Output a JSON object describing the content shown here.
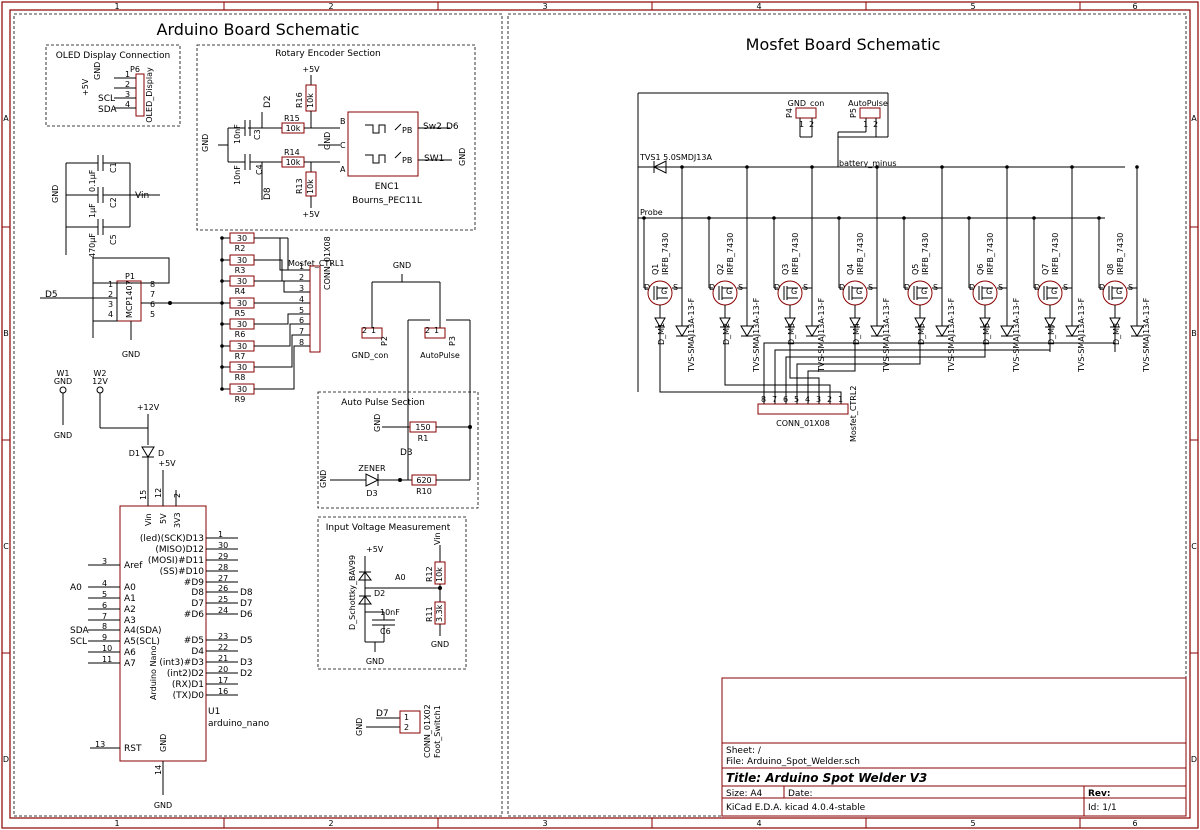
{
  "border": {
    "columns": [
      "1",
      "2",
      "3",
      "4",
      "5",
      "6"
    ],
    "rows": [
      "A",
      "B",
      "C",
      "D"
    ]
  },
  "arduino": {
    "title": "Arduino Board Schematic",
    "oled": {
      "section": "OLED Display Connection",
      "ref": "P6",
      "name": "OLED_Display",
      "pins": [
        "1",
        "2",
        "3",
        "4"
      ],
      "nets": [
        "GND",
        "+5V",
        "SCL",
        "SDA"
      ]
    },
    "encoder": {
      "section": "Rotary Encoder Section",
      "vplus_top": "+5V",
      "vplus_bottom": "+5V",
      "d2": "D2",
      "d8": "D8",
      "r15": "R15",
      "r15v": "10k",
      "r14": "R14",
      "r14v": "10k",
      "r16": "R16",
      "r16v": "10k",
      "r13": "R13",
      "r13v": "10k",
      "c3": "C3",
      "c3v": "10nF",
      "c4": "C4",
      "c4v": "10nF",
      "gnd_left": "GND",
      "gnd_mid": "GND",
      "gnd_right": "GND",
      "pin_b": "B",
      "pin_c": "C",
      "pin_a": "A",
      "pb1": "PB",
      "pb2": "PB",
      "sw2": "Sw2",
      "sw1": "SW1",
      "d6": "D6",
      "ref": "ENC1",
      "name": "Bourns_PEC11L"
    },
    "caps": {
      "gnd": "GND",
      "c1": "C1",
      "c1v": "0.1μF",
      "c2": "C2",
      "c2v": "1μF",
      "c5": "C5",
      "c5v": "470μF",
      "vin": "Vin"
    },
    "p1": {
      "ref": "P1",
      "name": "MCP1407",
      "d5": "D5",
      "gnd": "GND",
      "left_pins": [
        "1",
        "2",
        "3",
        "4"
      ],
      "right_pins": [
        "8",
        "7",
        "6",
        "5"
      ]
    },
    "resistors": {
      "labels": [
        "R2",
        "R3",
        "R4",
        "R5",
        "R6",
        "R7",
        "R8",
        "R9"
      ],
      "value": "30"
    },
    "mosfet_ctrl": {
      "name": "Mosfet_CTRL1",
      "type": "CONN_01X08",
      "pins": [
        "1",
        "2",
        "3",
        "4",
        "5",
        "6",
        "7",
        "8"
      ]
    },
    "gnd_con": {
      "ref": "P2",
      "name": "GND_con",
      "pins": [
        "2",
        "1"
      ]
    },
    "autopulse": {
      "ref": "P3",
      "name": "AutoPulse",
      "pins": [
        "2",
        "1"
      ],
      "gnd": "GND"
    },
    "w1": {
      "ref": "W1",
      "net": "GND",
      "gnd": "GND"
    },
    "w2": {
      "ref": "W2",
      "net": "12V"
    },
    "supply": {
      "v12": "+12V",
      "d1": "D1",
      "d1v": "D",
      "v5": "+5V"
    },
    "autopulse_section": {
      "title": "Auto Pulse Section",
      "gnd1": "GND",
      "r1": "R1",
      "r1v": "150",
      "d3net": "D3",
      "zener": "ZENER",
      "d3": "D3",
      "r10": "R10",
      "r10v": "620",
      "gnd2": "GND"
    },
    "voltage_section": {
      "title": "Input Voltage Measurement",
      "v5": "+5V",
      "diode": "D_Schottky_BAV99",
      "d_ref": "D2",
      "a0": "A0",
      "vin": "Vin",
      "r12": "R12",
      "r12v": "10k",
      "r11": "R11",
      "r11v": "3.3k",
      "c6": "C6",
      "c6v": "10nF",
      "gnd1": "GND",
      "gnd2": "GND"
    },
    "nano": {
      "ref": "U1",
      "name": "arduino_nano",
      "body": "Arduino Nano",
      "top_pins": [
        {
          "num": "15",
          "name": "Vin"
        },
        {
          "num": "12",
          "name": "5V"
        },
        {
          "num": "2",
          "name": "3V3"
        }
      ],
      "right_pins": [
        {
          "name": "(led)(SCK)D13",
          "num": "1",
          "net": ""
        },
        {
          "name": "(MISO)D12",
          "num": "30",
          "net": ""
        },
        {
          "name": "(MOSI)#D11",
          "num": "29",
          "net": ""
        },
        {
          "name": "(SS)#D10",
          "num": "28",
          "net": ""
        },
        {
          "name": "#D9",
          "num": "27",
          "net": ""
        },
        {
          "name": "D8",
          "num": "26",
          "net": "D8"
        },
        {
          "name": "D7",
          "num": "25",
          "net": "D7"
        },
        {
          "name": "#D6",
          "num": "24",
          "net": "D6"
        },
        {
          "name": "#D5",
          "num": "23",
          "net": "D5"
        },
        {
          "name": "D4",
          "num": "22",
          "net": ""
        },
        {
          "name": "(int3)#D3",
          "num": "21",
          "net": "D3"
        },
        {
          "name": "(int2)D2",
          "num": "20",
          "net": "D2"
        },
        {
          "name": "(RX)D1",
          "num": "17",
          "net": ""
        },
        {
          "name": "(TX)D0",
          "num": "16",
          "net": ""
        }
      ],
      "left_pins": [
        {
          "name": "Aref",
          "num": "3",
          "net": ""
        },
        {
          "name": "A0",
          "num": "4",
          "net": "A0"
        },
        {
          "name": "A1",
          "num": "5",
          "net": ""
        },
        {
          "name": "A2",
          "num": "6",
          "net": ""
        },
        {
          "name": "A3",
          "num": "7",
          "net": ""
        },
        {
          "name": "A4(SDA)",
          "num": "8",
          "net": "SDA"
        },
        {
          "name": "A5(SCL)",
          "num": "9",
          "net": "SCL"
        },
        {
          "name": "A6",
          "num": "10",
          "net": ""
        },
        {
          "name": "A7",
          "num": "11",
          "net": ""
        }
      ],
      "rst": {
        "name": "RST",
        "num": "13"
      },
      "gnd": {
        "name": "GND",
        "num": "14",
        "net": "GND"
      }
    },
    "footswitch": {
      "d7": "D7",
      "gnd": "GND",
      "pins": [
        "1",
        "2"
      ],
      "type": "CONN_01X02",
      "name": "Foot_Switch1"
    }
  },
  "mosfet": {
    "title": "Mosfet Board Schematic",
    "p4": {
      "ref": "P4",
      "name": "GND_con",
      "pins": [
        "1",
        "2"
      ]
    },
    "p5": {
      "ref": "P5",
      "name": "AutoPulse",
      "pins": [
        "1",
        "2"
      ]
    },
    "tvs1": "TVS1 5.0SMDJ13A",
    "battery": "battery_minus",
    "probe": "Probe",
    "transistors": [
      {
        "ref": "Q1",
        "part": "IRFB_7430",
        "diode": "D_M1",
        "tvs": "TVS-SMAJ13A-13-F"
      },
      {
        "ref": "Q2",
        "part": "IRFB_7430",
        "diode": "D_M2",
        "tvs": "TVS-SMAJ13A-13-F"
      },
      {
        "ref": "Q3",
        "part": "IRFB_7430",
        "diode": "D_M3",
        "tvs": "TVS-SMAJ13A-13-F"
      },
      {
        "ref": "Q4",
        "part": "IRFB_7430",
        "diode": "D_M4",
        "tvs": "TVS-SMAJ13A-13-F"
      },
      {
        "ref": "Q5",
        "part": "IRFB_7430",
        "diode": "D_M5",
        "tvs": "TVS-SMAJ13A-13-F"
      },
      {
        "ref": "Q6",
        "part": "IRFB_7430",
        "diode": "D_M6",
        "tvs": "TVS-SMAJ13A-13-F"
      },
      {
        "ref": "Q7",
        "part": "IRFB_7430",
        "diode": "D_M7",
        "tvs": "TVS-SMAJ13A-13-F"
      },
      {
        "ref": "Q8",
        "part": "IRFB_7430",
        "diode": "D_M8",
        "tvs": "TVS-SMAJ13A-13-F"
      }
    ],
    "pin_letters": {
      "d": "D",
      "g": "G",
      "s": "S"
    },
    "ctrl2": {
      "name": "Mosfet_CTRL2",
      "type": "CONN_01X08",
      "pins": [
        "8",
        "7",
        "6",
        "5",
        "4",
        "3",
        "2",
        "1"
      ]
    }
  },
  "titleblock": {
    "sheet": "Sheet: /",
    "file": "File: Arduino_Spot_Welder.sch",
    "title": "Title: Arduino Spot Welder V3",
    "size": "Size: A4",
    "date": "Date:",
    "rev": "Rev:",
    "tool": "KiCad E.D.A.  kicad 4.0.4-stable",
    "id": "Id: 1/1"
  }
}
